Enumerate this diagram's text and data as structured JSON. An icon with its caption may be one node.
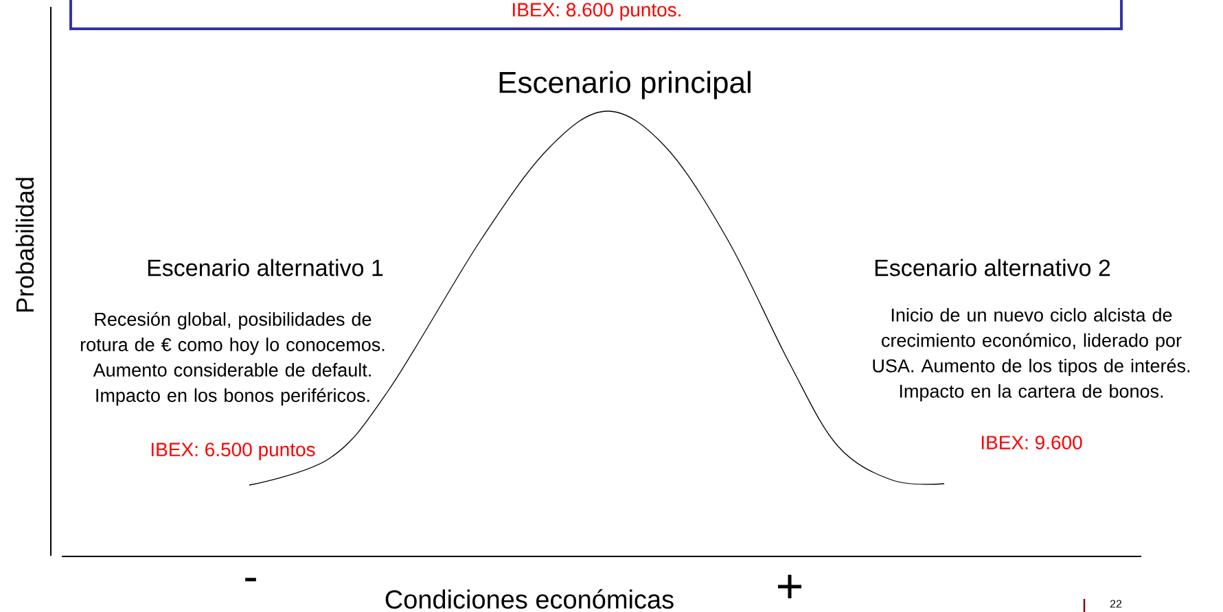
{
  "diagram": {
    "nodes": [
      {
        "text": [
          "IBEX: 8.600 puntos."
        ]
      }
    ],
    "labels": [
      "Escenario principal",
      "Escenario alternativo 1",
      "Recesión global, posibilidades de rotura de € como hoy lo conocemos. Aumento considerable de default. Impacto en los bonos periféricos.",
      "IBEX: 6.500 puntos",
      "Escenario alternativo 2",
      "Inicio de un nuevo ciclo alcista de crecimiento económico, liderado por USA. Aumento de los tipos de interés. Impacto en la cartera de bonos.",
      "IBEX: 9.600",
      "Probabilidad",
      "-",
      "Condiciones económicas",
      "+",
      "22"
    ]
  }
}
